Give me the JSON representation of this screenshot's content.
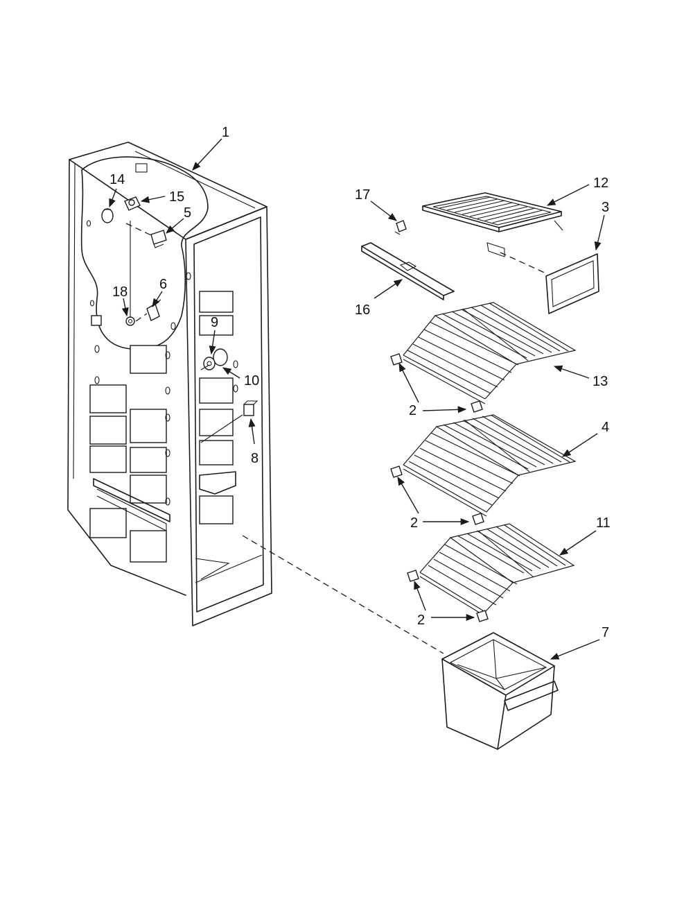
{
  "callouts": [
    {
      "id": "c1",
      "label": "1"
    },
    {
      "id": "c2a",
      "label": "2"
    },
    {
      "id": "c2b",
      "label": "2"
    },
    {
      "id": "c2c",
      "label": "2"
    },
    {
      "id": "c3",
      "label": "3"
    },
    {
      "id": "c4",
      "label": "4"
    },
    {
      "id": "c5",
      "label": "5"
    },
    {
      "id": "c6",
      "label": "6"
    },
    {
      "id": "c7",
      "label": "7"
    },
    {
      "id": "c8",
      "label": "8"
    },
    {
      "id": "c9",
      "label": "9"
    },
    {
      "id": "c10",
      "label": "10"
    },
    {
      "id": "c11",
      "label": "11"
    },
    {
      "id": "c12",
      "label": "12"
    },
    {
      "id": "c13",
      "label": "13"
    },
    {
      "id": "c14",
      "label": "14"
    },
    {
      "id": "c15",
      "label": "15"
    },
    {
      "id": "c16",
      "label": "16"
    },
    {
      "id": "c17",
      "label": "17"
    },
    {
      "id": "c18",
      "label": "18"
    }
  ]
}
